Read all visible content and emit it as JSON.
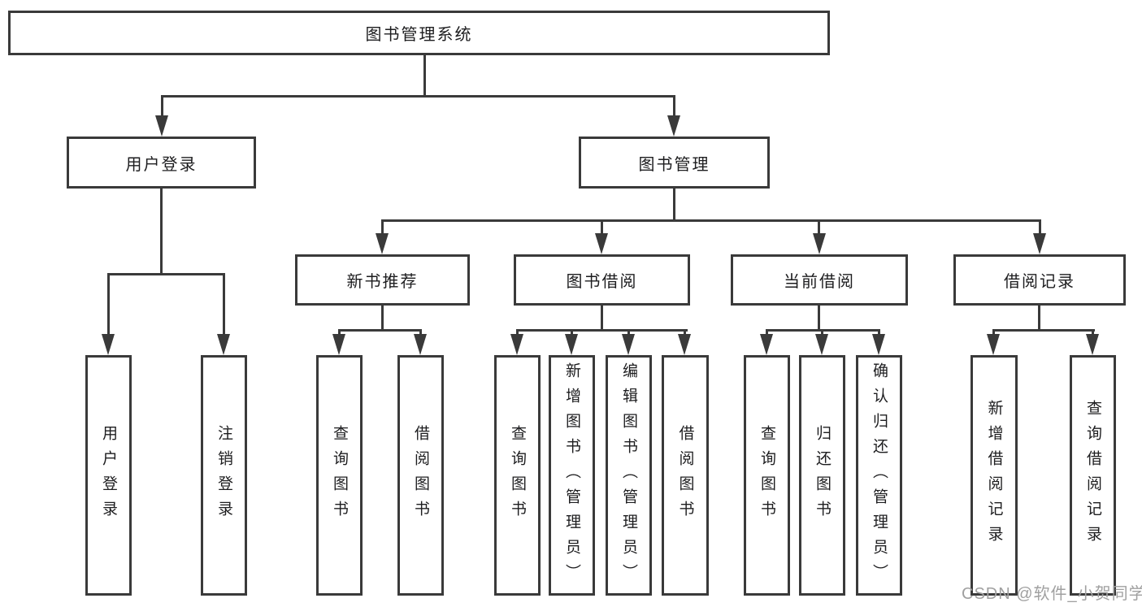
{
  "diagram_title": "图书管理系统",
  "tree": {
    "label": "图书管理系统",
    "children": [
      {
        "label": "用户登录",
        "children": [
          {
            "label": "用户登录"
          },
          {
            "label": "注销登录"
          }
        ]
      },
      {
        "label": "图书管理",
        "children": [
          {
            "label": "新书推荐",
            "children": [
              {
                "label": "查询图书"
              },
              {
                "label": "借阅图书"
              }
            ]
          },
          {
            "label": "图书借阅",
            "children": [
              {
                "label": "查询图书"
              },
              {
                "label": "新增图书（管理员）"
              },
              {
                "label": "编辑图书（管理员）"
              },
              {
                "label": "借阅图书"
              }
            ]
          },
          {
            "label": "当前借阅",
            "children": [
              {
                "label": "查询图书"
              },
              {
                "label": "归还图书"
              },
              {
                "label": "确认归还（管理员）"
              }
            ]
          },
          {
            "label": "借阅记录",
            "children": [
              {
                "label": "新增借阅记录"
              },
              {
                "label": "查询借阅记录"
              }
            ]
          }
        ]
      }
    ]
  },
  "watermark": {
    "text": "CSDN @软件_小贺同学"
  },
  "colors": {
    "line": "#3a3a3a",
    "text": "#1d1d1f",
    "box_background": "#ffffff",
    "watermark": "#a0a0a0"
  }
}
